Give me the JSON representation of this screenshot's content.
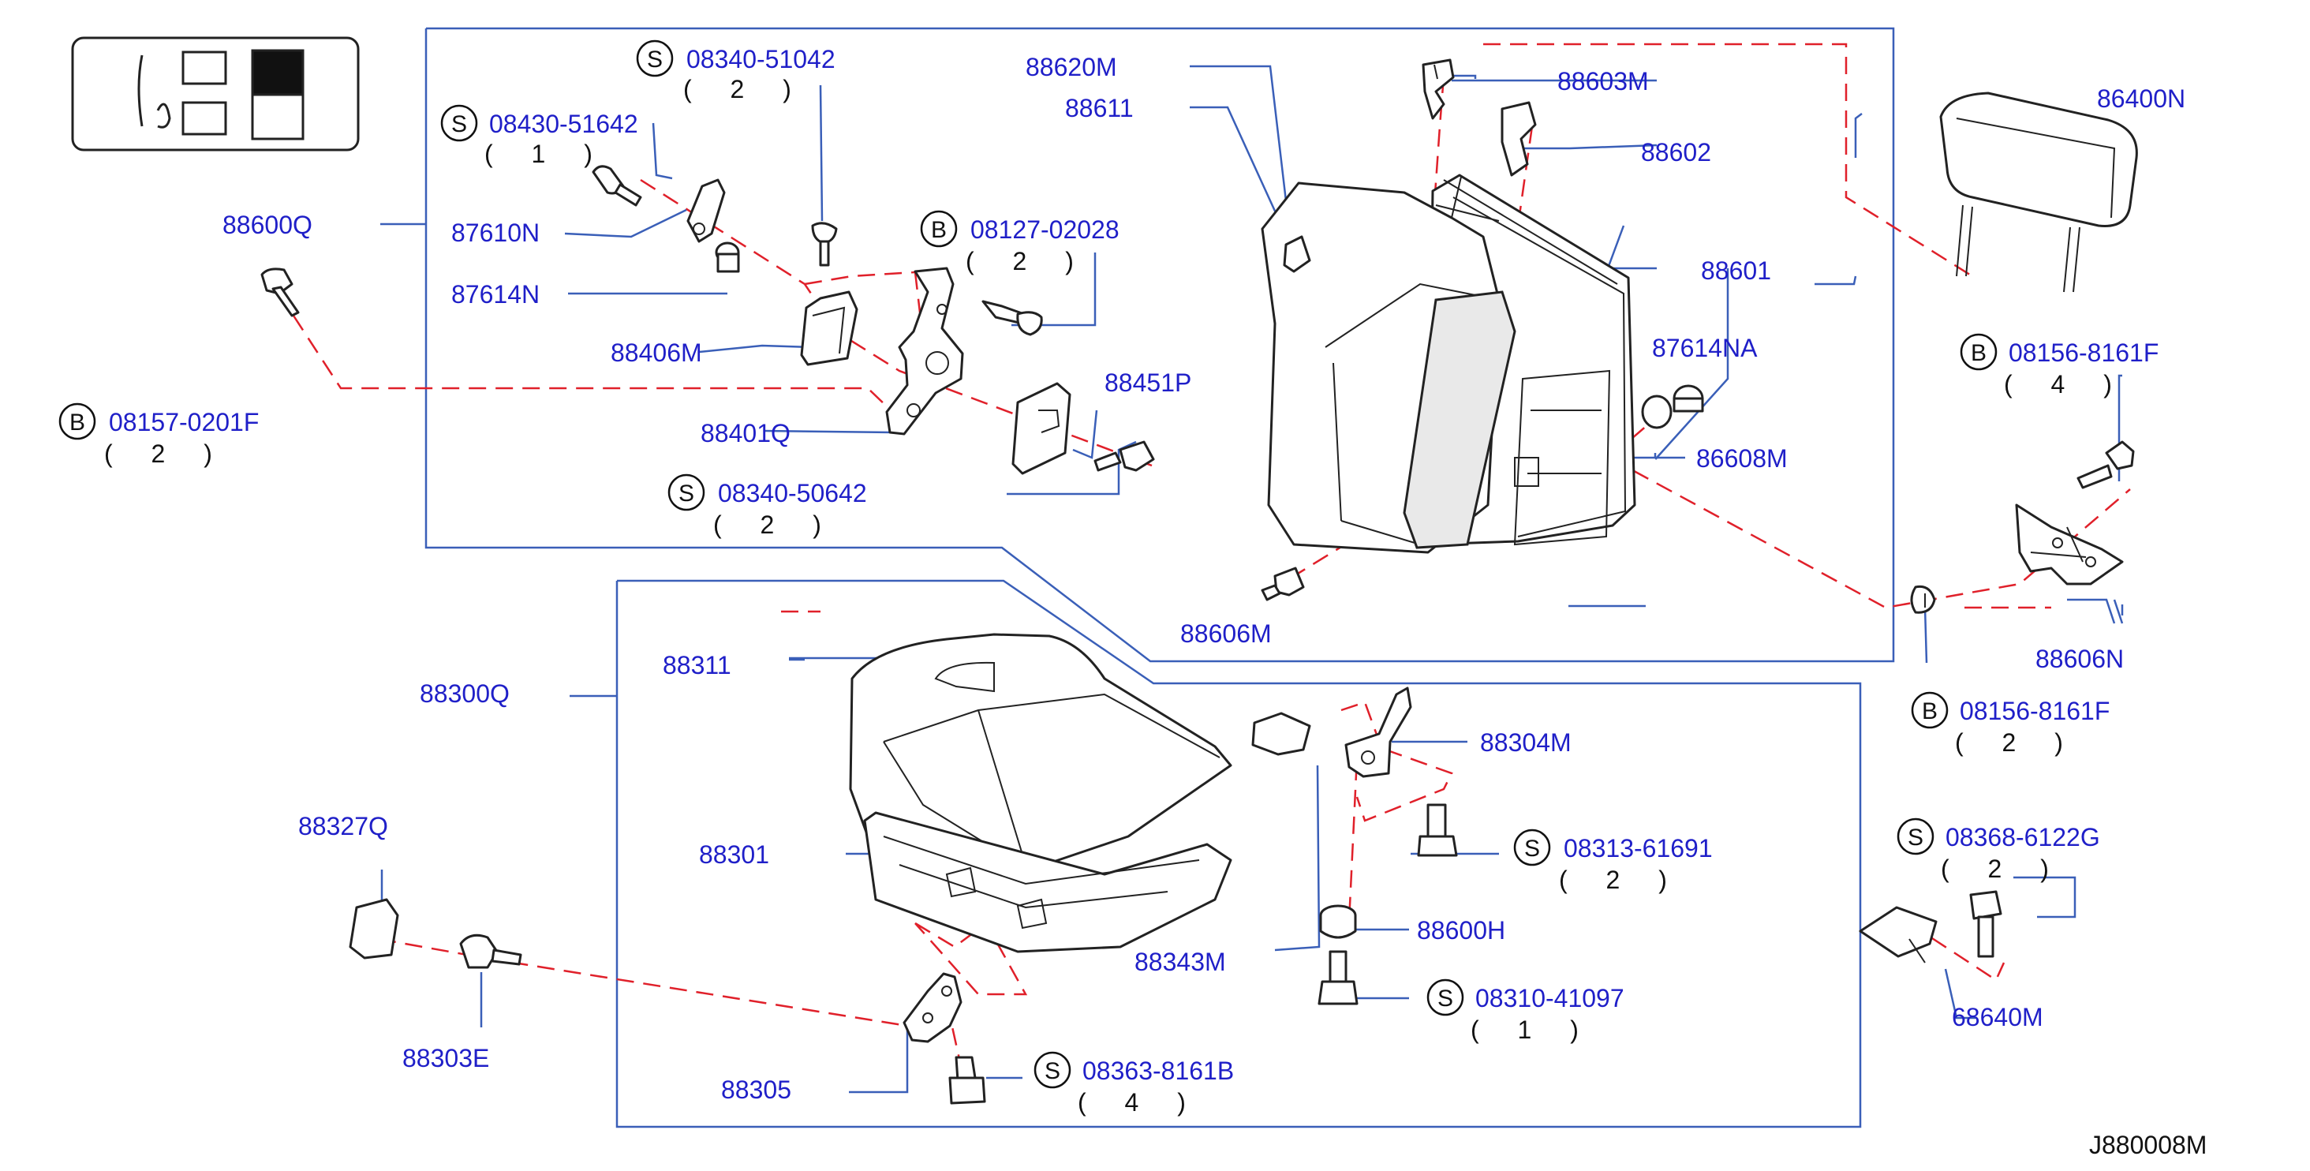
{
  "diagram_code": "J880008M",
  "labels": {
    "p88600Q": "88600Q",
    "p88620M": "88620M",
    "p88611": "88611",
    "p87610N": "87610N",
    "p87614N": "87614N",
    "p88406M": "88406M",
    "p88401Q": "88401Q",
    "p88451P": "88451P",
    "p88603M": "88603M",
    "p88602": "88602",
    "p88601": "88601",
    "p87614NA": "87614NA",
    "p86608M": "86608M",
    "p86400N": "86400N",
    "p88606N": "88606N",
    "p88606M": "88606M",
    "p88300Q": "88300Q",
    "p88311": "88311",
    "p88301": "88301",
    "p88304M": "88304M",
    "p88343M": "88343M",
    "p88600H": "88600H",
    "p88327Q": "88327Q",
    "p88303E": "88303E",
    "p88305": "88305",
    "p68640M": "68640M"
  },
  "fasteners": [
    {
      "type": "S",
      "part": "08340-51042",
      "qty": "( 2 )"
    },
    {
      "type": "S",
      "part": "08430-51642",
      "qty": "( 1 )"
    },
    {
      "type": "B",
      "part": "08127-02028",
      "qty": "( 2 )"
    },
    {
      "type": "B",
      "part": "08157-0201F",
      "qty": "( 2 )"
    },
    {
      "type": "S",
      "part": "08340-50642",
      "qty": "( 2 )"
    },
    {
      "type": "B",
      "part": "08156-8161F",
      "qty": "( 4 )"
    },
    {
      "type": "B",
      "part": "08156-8161F",
      "qty": "( 2 )"
    },
    {
      "type": "S",
      "part": "08313-61691",
      "qty": "( 2 )"
    },
    {
      "type": "S",
      "part": "08310-41097",
      "qty": "( 1 )"
    },
    {
      "type": "S",
      "part": "08368-6122G",
      "qty": "( 2 )"
    },
    {
      "type": "S",
      "part": "08363-8161B",
      "qty": "( 4 )"
    }
  ],
  "colors": {
    "label_text": "#1f1fc8",
    "leader_line": "#3a5fb8",
    "dashed_relation": "#e0202a",
    "part_outline": "#222222"
  }
}
